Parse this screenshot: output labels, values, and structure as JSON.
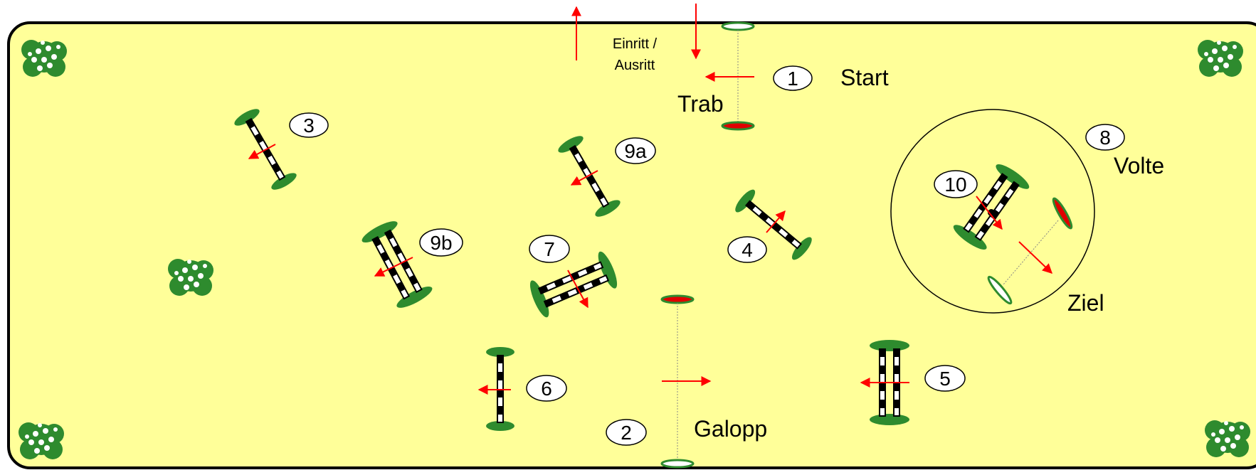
{
  "labels": {
    "entry": [
      "Einritt /",
      "Ausritt"
    ],
    "start": "Start",
    "trab": "Trab",
    "galopp": "Galopp",
    "volte": "Volte",
    "ziel": "Ziel"
  },
  "obstacles": {
    "n1": "1",
    "n2": "2",
    "n3": "3",
    "n4": "4",
    "n5": "5",
    "n6": "6",
    "n7": "7",
    "n8": "8",
    "n9a": "9a",
    "n9b": "9b",
    "n10": "10"
  },
  "colors": {
    "arena": "#ffff99",
    "border": "#000000",
    "arrow": "#ff0000",
    "greenery": "#2e8b2e",
    "bar_dark": "#000000",
    "bar_light": "#ffffff"
  }
}
